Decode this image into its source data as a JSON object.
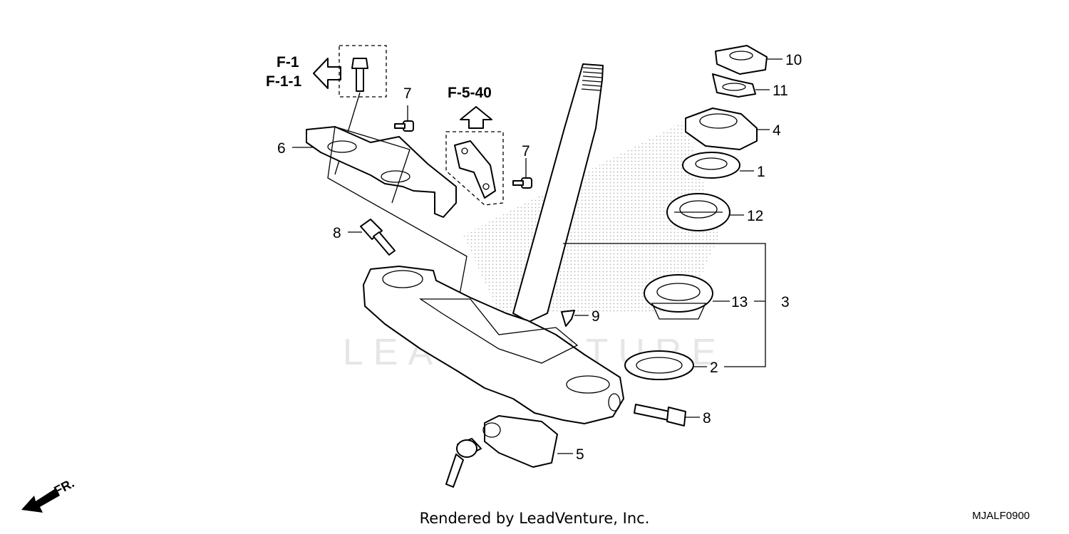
{
  "watermark": "LEADVENTURE",
  "references": {
    "ref_f1": "F-1",
    "ref_f11": "F-1-1",
    "ref_f540": "F-5-40"
  },
  "callouts": {
    "c1": "1",
    "c2": "2",
    "c3": "3",
    "c4": "4",
    "c5": "5",
    "c6": "6",
    "c7a": "7",
    "c7b": "7",
    "c8a": "8",
    "c8b": "8",
    "c9": "9",
    "c10": "10",
    "c11": "11",
    "c12": "12",
    "c13": "13"
  },
  "front_marker": "FR.",
  "footer": "Rendered by LeadVenture, Inc.",
  "diagram_code": "MJALF0900"
}
